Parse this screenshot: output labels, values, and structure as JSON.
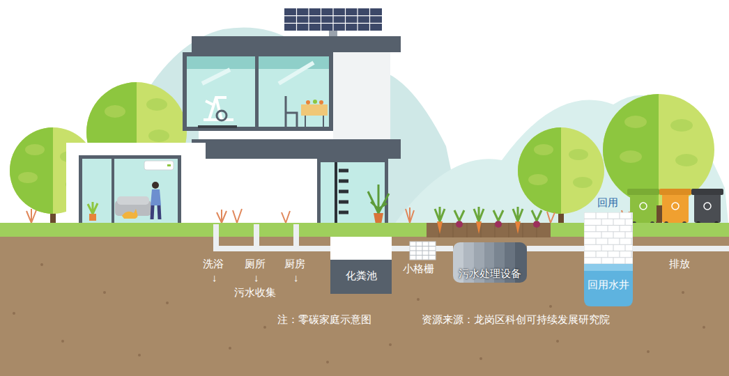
{
  "diagram": {
    "nodes": [
      {
        "text": [
          "化粪池"
        ]
      },
      {
        "text": [
          "污水处理设备"
        ]
      },
      {
        "text": [
          "回用水井"
        ]
      }
    ],
    "edges": [
      {
        "from": 0,
        "to": 1,
        "arrow": "none"
      },
      {
        "from": 1,
        "to": 2,
        "arrow": "none"
      }
    ],
    "labels": [
      "洗浴",
      "↓",
      "厕所",
      "↓",
      "厨房",
      "↓",
      "污水收集",
      "小格栅",
      "回用",
      "排放",
      "注：零碳家庭示意图",
      "资源来源：龙岗区科创可持续发展研究院"
    ]
  }
}
